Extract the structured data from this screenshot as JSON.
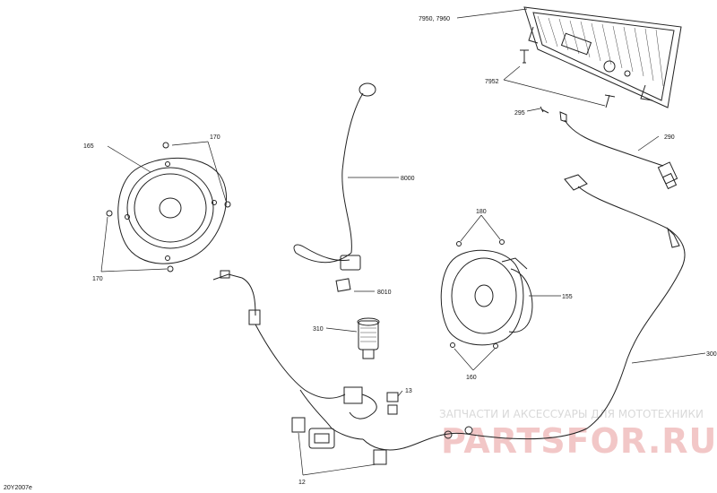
{
  "diagram": {
    "code": "20Y2007e",
    "callouts": {
      "c7950": "7950, 7960",
      "c7952": "7952",
      "c295": "295",
      "c290": "290",
      "c165": "165",
      "c170a": "170",
      "c170b": "170",
      "c8000": "8000",
      "c8010": "8010",
      "c180": "180",
      "c155": "155",
      "c310": "310",
      "c160": "160",
      "c300": "300",
      "c13": "13",
      "c12": "12"
    }
  },
  "watermark": {
    "tagline": "ЗАПЧАСТИ И АКСЕССУАРЫ ДЛЯ МОТОТЕХНИКИ",
    "brand": "PARTSFOR.RU"
  }
}
